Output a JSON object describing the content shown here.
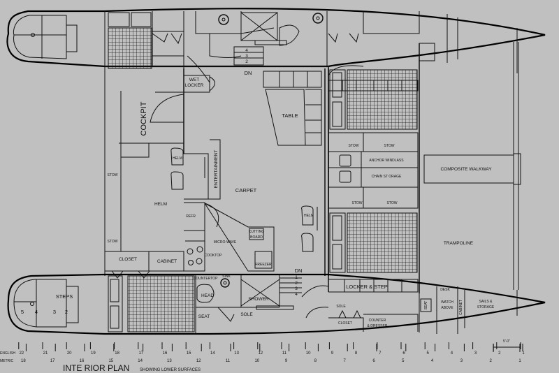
{
  "title": {
    "main": "INTE RIOR  PLAN",
    "sub": "SHOWING LOWER SURFACES"
  },
  "labels": {
    "wet_1": "WET",
    "wet_2": "LOCKER",
    "cockpit": "COCKPIT",
    "table": "TABLE",
    "dn_top": "DN",
    "dn_bottom": "DN",
    "steps_top": [
      "4",
      "3",
      "2"
    ],
    "steps_bottom": [
      "1",
      "2",
      "3",
      "4"
    ],
    "helm_chair": "HELM",
    "helm": "HELM",
    "entertainment": "ENTERTAINMENT",
    "carpet": "CARPET",
    "stow": "STOW",
    "refr": "REFR",
    "microwave": "MICRO-WAVE",
    "cooktop": "COOKTOP",
    "cutting_board_1": "CUTTING",
    "cutting_board_2": "BOARD",
    "freezer": "FREEZER",
    "closet": "CLOSET",
    "cabinet": "CABINET",
    "steps": "STEPS",
    "step_numbers": [
      "5",
      "4",
      "3",
      "2"
    ],
    "countertop": "COUNTERTOP",
    "sink": "SINK",
    "head": "HEAD",
    "seat": "SEAT",
    "sole": "SOLE",
    "shower": "SHOWER",
    "counter_1": "COUNTER",
    "counter_2": "& DRESSER",
    "locker_step": "LOCKER  &  STEP",
    "desk": "DESK",
    "watch_1": "WATCH",
    "watch_2": "ABOVE",
    "sails_1": "SAILS &",
    "sails_2": "STORAGE",
    "anchor": "ANCHOR WINDLASS",
    "chain": "CHAIN  ST ORAGE",
    "walkway": "COMPOSITE  WALKWAY",
    "trampoline": "TRAMPOLINE"
  },
  "scale": {
    "english_label": "ENGLISH",
    "metric_label": "METRIC",
    "english": [
      "22",
      "21",
      "20",
      "19",
      "18",
      "17",
      "16",
      "15",
      "14",
      "13",
      "12",
      "11",
      "10",
      "9",
      "8",
      "7",
      "6",
      "5",
      "4",
      "3",
      "2",
      "1"
    ],
    "metric": [
      "18",
      "17",
      "16",
      "15",
      "14",
      "13",
      "12",
      "11",
      "10",
      "9",
      "8",
      "7",
      "6",
      "5",
      "4",
      "3",
      "2",
      "1"
    ],
    "bar_label": "5'-0\""
  },
  "colors": {
    "background": "#c0c0c0",
    "line": "#111111"
  }
}
